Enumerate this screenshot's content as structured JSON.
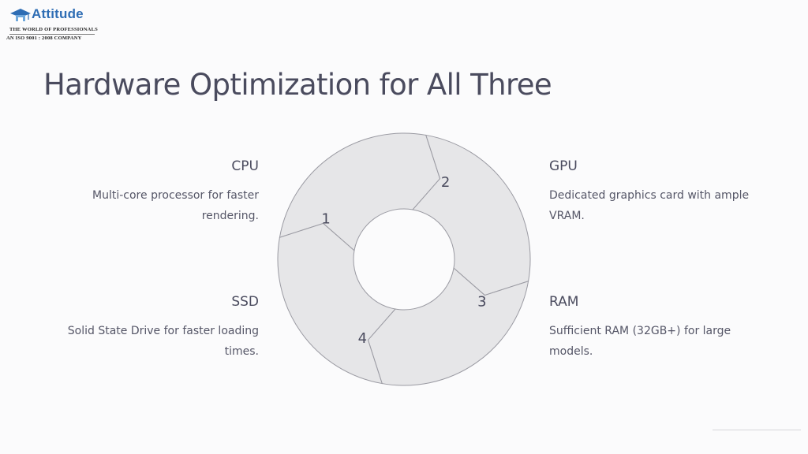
{
  "logo": {
    "name": "Attitude",
    "tagline": "The World Of Professionals",
    "certification": "An ISO 9001 : 2008 Company"
  },
  "title": "Hardware Optimization for All Three",
  "cycle": {
    "segments": [
      {
        "label": "1"
      },
      {
        "label": "2"
      },
      {
        "label": "3"
      },
      {
        "label": "4"
      }
    ],
    "fill_color": "#e6e6e8",
    "stroke_color": "#9a9aa2"
  },
  "features": {
    "cpu": {
      "title": "CPU",
      "description_line1": "Multi-core processor for faster",
      "description_line2": "rendering."
    },
    "gpu": {
      "title": "GPU",
      "description_line1": "Dedicated graphics card with ample",
      "description_line2": "VRAM."
    },
    "ssd": {
      "title": "SSD",
      "description_line1": "Solid State Drive for faster loading",
      "description_line2": "times."
    },
    "ram": {
      "title": "RAM",
      "description_line1": "Sufficient RAM (32GB+) for large",
      "description_line2": "models."
    }
  }
}
